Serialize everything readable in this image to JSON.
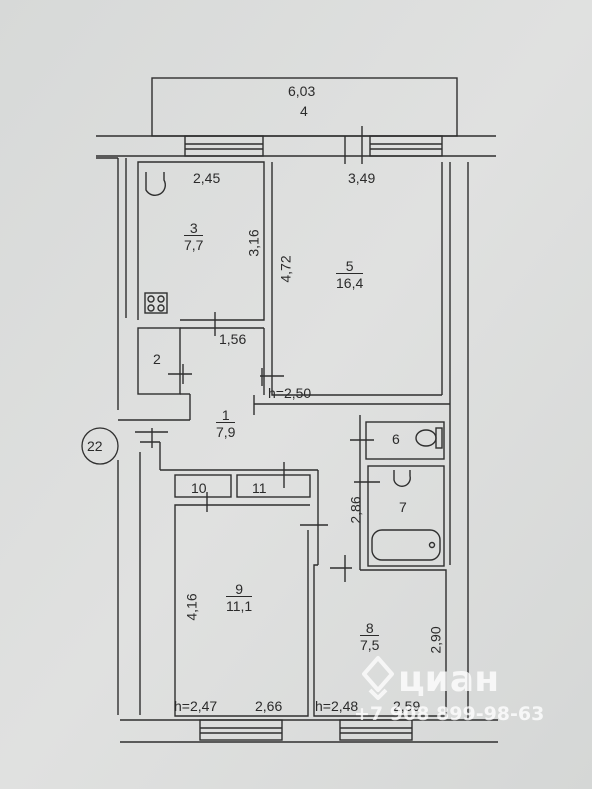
{
  "apartment_number": "22",
  "balcony": {
    "number": "4",
    "length": "6,03"
  },
  "rooms": [
    {
      "number": "1",
      "area": "7,9"
    },
    {
      "number": "2"
    },
    {
      "number": "3",
      "area": "7,7"
    },
    {
      "number": "5",
      "area": "16,4"
    },
    {
      "number": "6"
    },
    {
      "number": "7"
    },
    {
      "number": "8",
      "area": "7,5"
    },
    {
      "number": "9",
      "area": "11,1"
    },
    {
      "number": "10"
    },
    {
      "number": "11"
    }
  ],
  "dimensions": {
    "kitchen_width": "2,45",
    "kitchen_depth": "3,16",
    "room5_width": "3,49",
    "room5_depth": "4,72",
    "corridor_width": "1,56",
    "bath_depth": "2,86",
    "room9_depth": "4,16",
    "room9_width": "2,66",
    "room8_depth": "2,90",
    "room8_width": "2,59"
  },
  "ceiling_heights": {
    "main": "h=2,50",
    "room9": "h=2,47",
    "room8": "h=2,48"
  },
  "watermark": {
    "brand": "циан",
    "phone": "+7 908 899-98-63"
  }
}
